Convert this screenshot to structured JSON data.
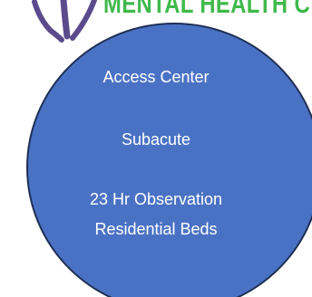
{
  "logo": {
    "text": "MENTAL HEALTH C",
    "text_color": "#3fb94a",
    "mark_color": "#5b4a8c"
  },
  "bubble": {
    "fill": "#4a72c4",
    "stroke": "#1f2f55",
    "lines": [
      "Access Center",
      "Subacute",
      "23 Hr Observation",
      "Residential Beds"
    ]
  }
}
